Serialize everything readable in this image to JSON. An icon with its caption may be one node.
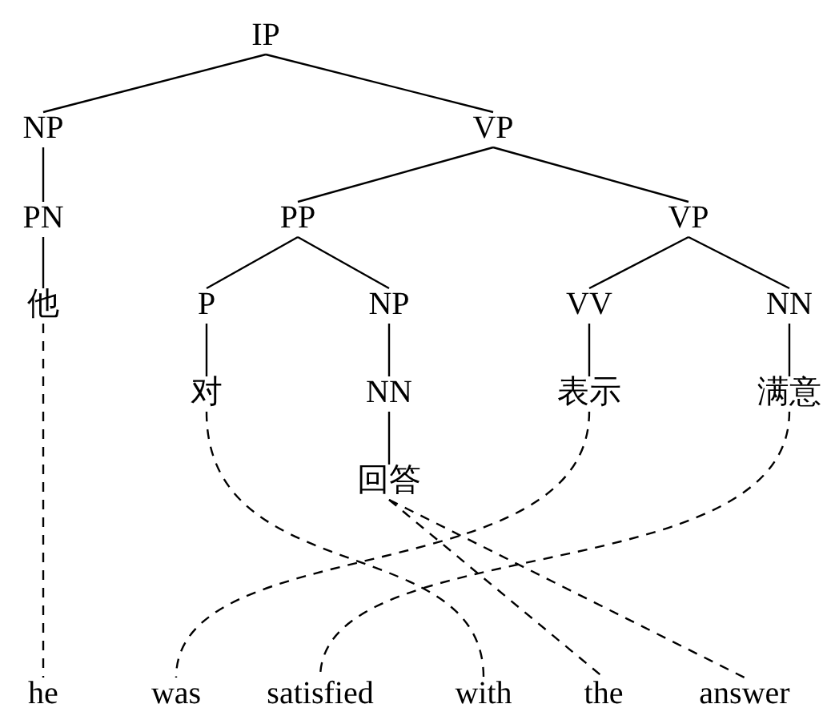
{
  "diagram": {
    "nodes": [
      {
        "text": [
          "IP"
        ]
      },
      {
        "text": [
          "NP"
        ]
      },
      {
        "text": [
          "VP"
        ]
      },
      {
        "text": [
          "PN"
        ]
      },
      {
        "text": [
          "PP"
        ]
      },
      {
        "text": [
          "VP"
        ]
      },
      {
        "text": [
          "他"
        ]
      },
      {
        "text": [
          "P"
        ]
      },
      {
        "text": [
          "NP"
        ]
      },
      {
        "text": [
          "VV"
        ]
      },
      {
        "text": [
          "NN"
        ]
      },
      {
        "text": [
          "对"
        ]
      },
      {
        "text": [
          "NN"
        ]
      },
      {
        "text": [
          "表示"
        ]
      },
      {
        "text": [
          "满意"
        ]
      },
      {
        "text": [
          "回答"
        ]
      },
      {
        "text": [
          "he"
        ]
      },
      {
        "text": [
          "was"
        ]
      },
      {
        "text": [
          "satisfied"
        ]
      },
      {
        "text": [
          "with"
        ]
      },
      {
        "text": [
          "the"
        ]
      },
      {
        "text": [
          "answer"
        ]
      }
    ],
    "edges": [
      {
        "from": 0,
        "to": 1,
        "arrow": "none"
      },
      {
        "from": 0,
        "to": 2,
        "arrow": "none"
      },
      {
        "from": 1,
        "to": 3,
        "arrow": "none"
      },
      {
        "from": 2,
        "to": 4,
        "arrow": "none"
      },
      {
        "from": 2,
        "to": 5,
        "arrow": "none"
      },
      {
        "from": 3,
        "to": 6,
        "arrow": "none"
      },
      {
        "from": 4,
        "to": 7,
        "arrow": "none"
      },
      {
        "from": 4,
        "to": 8,
        "arrow": "none"
      },
      {
        "from": 5,
        "to": 9,
        "arrow": "none"
      },
      {
        "from": 5,
        "to": 10,
        "arrow": "none"
      },
      {
        "from": 7,
        "to": 11,
        "arrow": "none"
      },
      {
        "from": 8,
        "to": 12,
        "arrow": "none"
      },
      {
        "from": 9,
        "to": 13,
        "arrow": "none"
      },
      {
        "from": 10,
        "to": 14,
        "arrow": "none"
      },
      {
        "from": 12,
        "to": 15,
        "arrow": "none"
      },
      {
        "from": 6,
        "to": 16,
        "arrow": "none",
        "style": "dashed"
      },
      {
        "from": 11,
        "to": 19,
        "arrow": "none",
        "style": "dashed"
      },
      {
        "from": 13,
        "to": 17,
        "arrow": "none",
        "style": "dashed"
      },
      {
        "from": 14,
        "to": 18,
        "arrow": "none",
        "style": "dashed"
      },
      {
        "from": 15,
        "to": 20,
        "arrow": "none",
        "style": "dashed"
      },
      {
        "from": 15,
        "to": 21,
        "arrow": "none",
        "style": "dashed"
      }
    ]
  }
}
